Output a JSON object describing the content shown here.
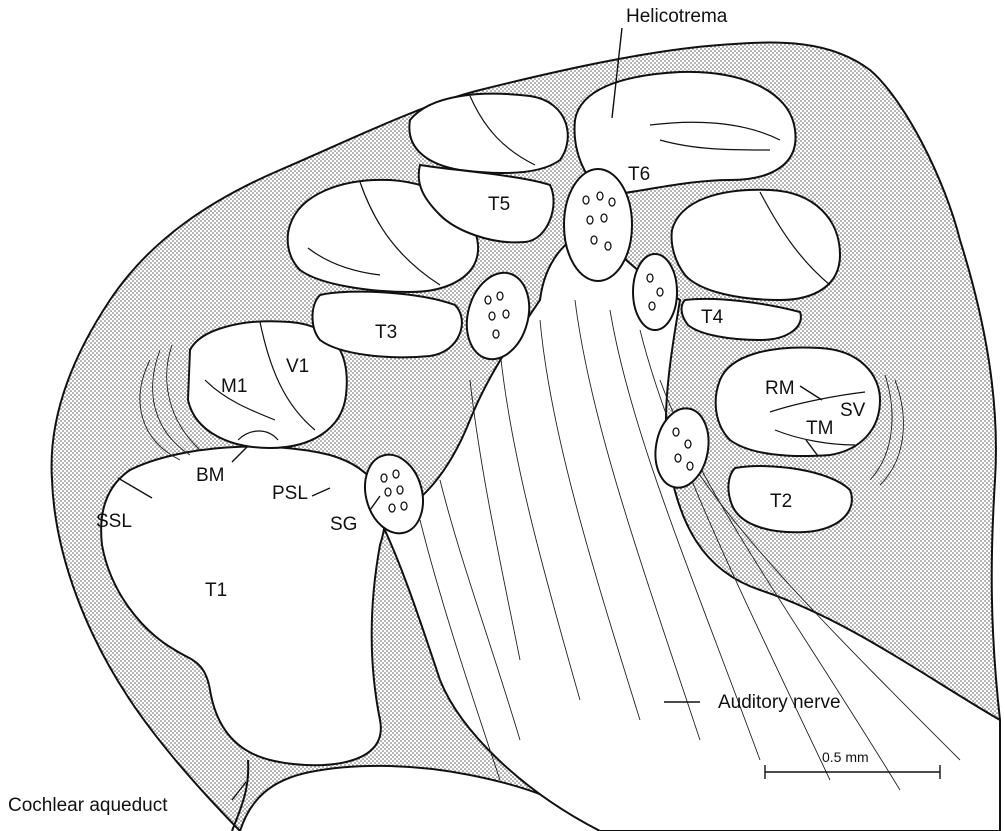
{
  "labels": {
    "helicotrema": "Helicotrema",
    "t6": "T6",
    "t5": "T5",
    "t4": "T4",
    "t3": "T3",
    "t2": "T2",
    "t1": "T1",
    "v1": "V1",
    "m1": "M1",
    "bm": "BM",
    "ssl": "SSL",
    "psl": "PSL",
    "sg": "SG",
    "rm": "RM",
    "tm": "TM",
    "sv": "SV",
    "auditory_nerve": "Auditory nerve",
    "cochlear_aqueduct": "Cochlear aqueduct",
    "scale_bar": "0.5 mm"
  }
}
